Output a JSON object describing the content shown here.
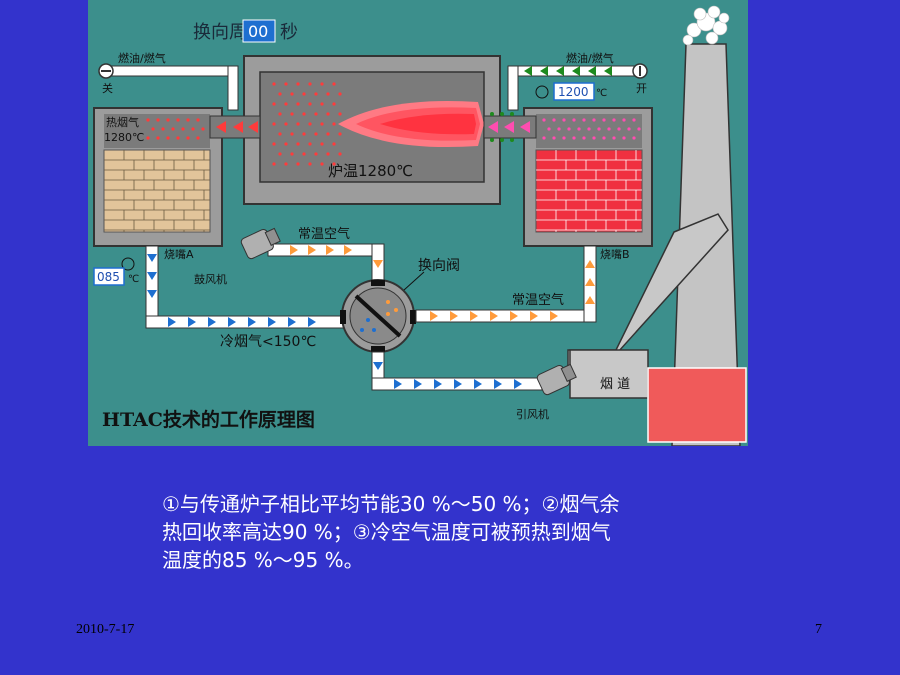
{
  "diagram": {
    "header_label": "换向周期",
    "header_value": "00",
    "header_unit": "秒",
    "fuel_left": "燃油/燃气",
    "fuel_left_state": "关",
    "fuel_right": "燃油/燃气",
    "fuel_right_state": "开",
    "hot_gas": "热烟气",
    "hot_gas_temp": "1280℃",
    "furnace_temp": "炉温1280℃",
    "right_temp_value": "1200",
    "right_temp_unit": "℃",
    "left_temp_value": "085",
    "left_temp_unit": "℃",
    "regenerator_a": "烧嘴A",
    "regenerator_b": "烧嘴B",
    "blower": "鼓风机",
    "ambient_air_top": "常温空气",
    "ambient_air_right": "常温空气",
    "reversing_valve": "换向阀",
    "cold_flue": "冷烟气<150℃",
    "induced_fan": "引风机",
    "flue": "烟 道",
    "title": "HTAC技术的工作原理图",
    "colors": {
      "background": "#3c8f8c",
      "flame": "#ff4d5a",
      "brick_hot": "#f03040",
      "brick_cool": "#e2c49a",
      "pipe": "#ffffff"
    }
  },
  "caption": {
    "line1": "①与传通炉子相比平均节能30 %～50 %；②烟气余",
    "line2": "热回收率高达90 %；③冷空气温度可被预热到烟气",
    "line3": "温度的85 %～95 %。"
  },
  "footer": {
    "date": "2010-7-17",
    "page": "7"
  }
}
